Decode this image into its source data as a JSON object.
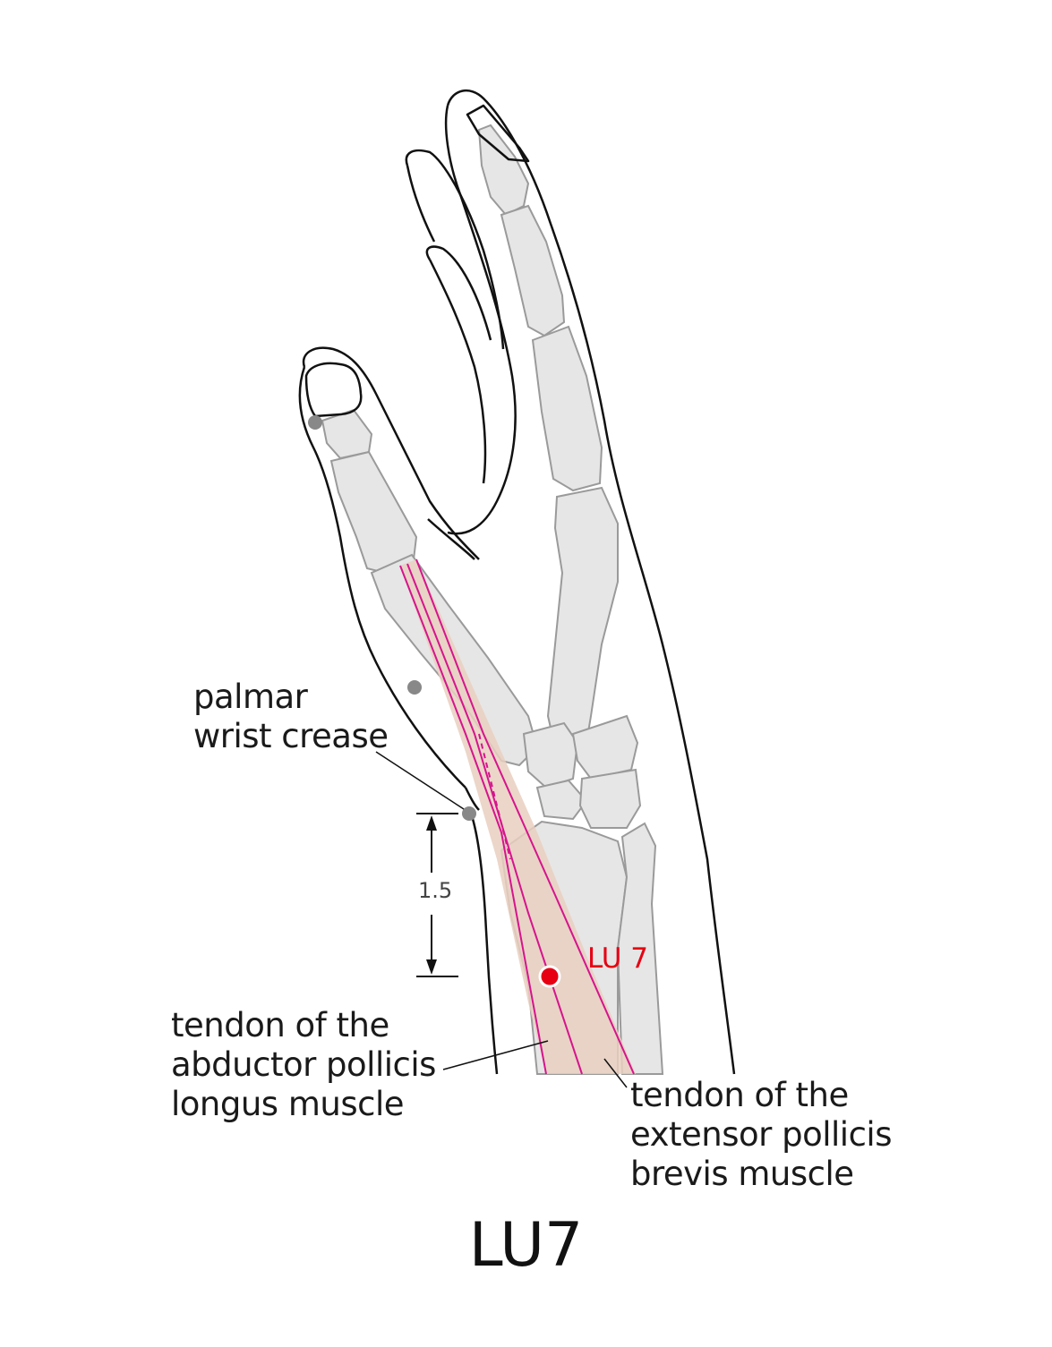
{
  "title": "LU7",
  "point": {
    "label": "LU 7",
    "color": "#e60012"
  },
  "measurement": {
    "value": "1.5"
  },
  "labels": {
    "palmar_wrist_crease": [
      "palmar",
      "wrist crease"
    ],
    "abductor_tendon": [
      "tendon of the",
      "abductor pollicis",
      "longus muscle"
    ],
    "extensor_tendon": [
      "tendon of the",
      "extensor pollicis",
      "brevis muscle"
    ]
  },
  "colors": {
    "bone": "#e6e6e6",
    "outline": "#111111",
    "tendon_line": "#d6148c",
    "tendon_fill": "#e9cfc0",
    "reference_point": "#888888"
  }
}
